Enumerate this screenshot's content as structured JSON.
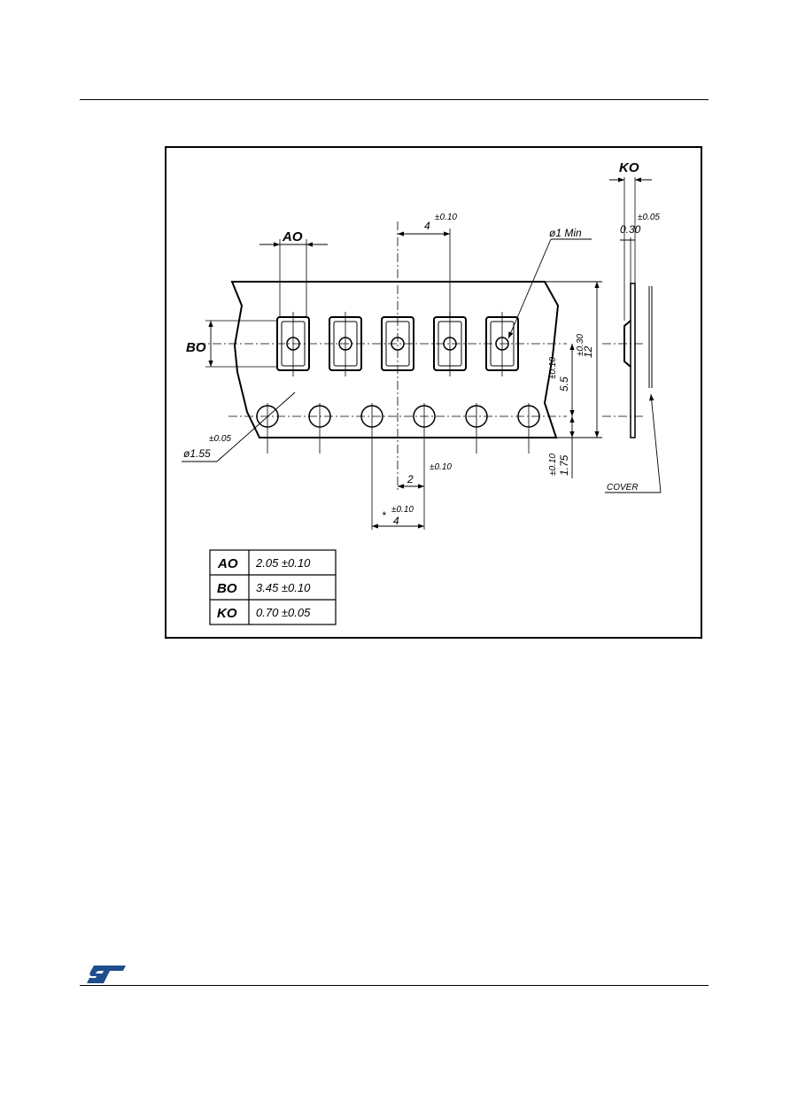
{
  "figure": {
    "labels": {
      "ao": "AO",
      "bo": "BO",
      "ko": "KO",
      "pitch_tol": "±0.10",
      "pitch_val": "4",
      "ko_tol": "±0.05",
      "ko_val": "0.30",
      "hole_min": "ø1  Min",
      "hole_tol": "±0.05",
      "hole_dia": "ø1.55",
      "width_tol": "±0.30",
      "width_val": "12",
      "f_tol": "±0.10",
      "f_val": "5.5",
      "e_tol": "±0.10",
      "e_val": "1.75",
      "p2_tol": "±0.10",
      "p2_val": "2",
      "p0_star": "*",
      "p0_tol": "±0.10",
      "p0_val": "4",
      "cover": "COVER"
    },
    "table": [
      {
        "key": "AO",
        "value": "2.05  ±0.10"
      },
      {
        "key": "BO",
        "value": "3.45  ±0.10"
      },
      {
        "key": "KO",
        "value": "0.70  ±0.05"
      }
    ]
  },
  "brand": {
    "logo_text": "ST",
    "logo_color": "#1e4e8c"
  }
}
